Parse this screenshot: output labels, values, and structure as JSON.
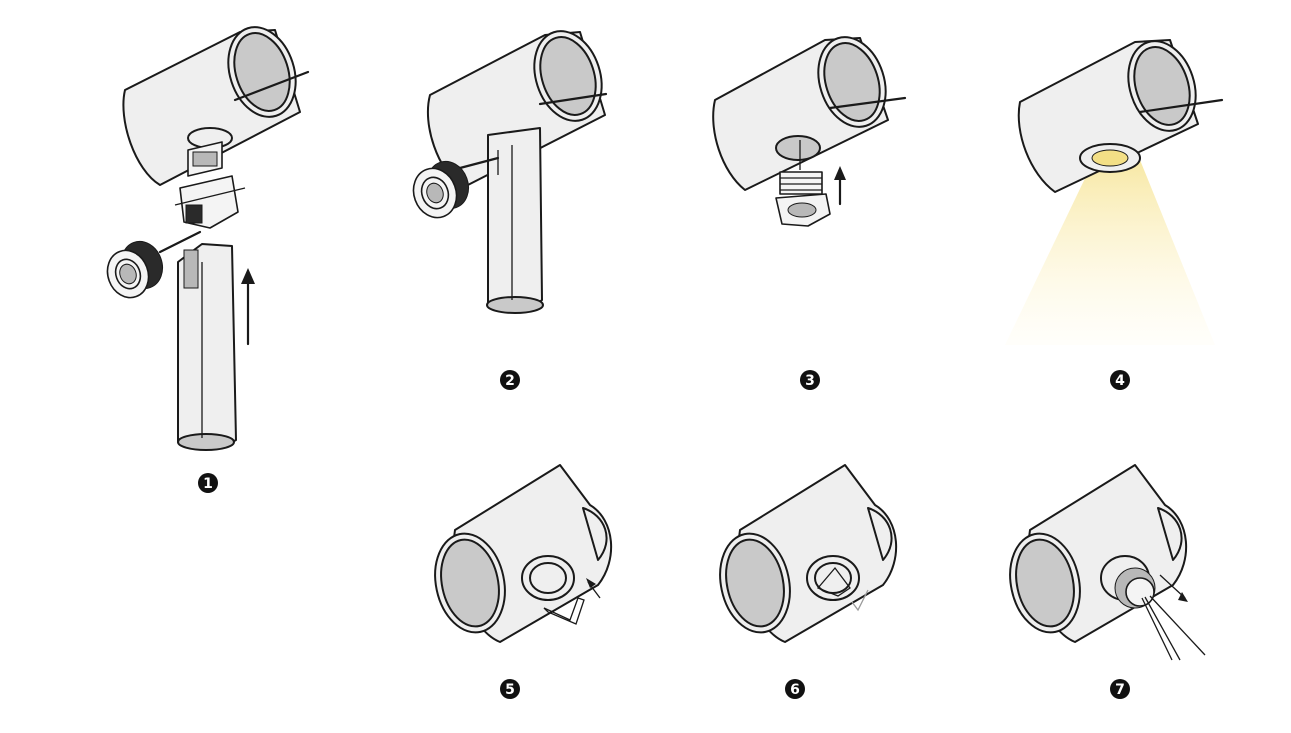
{
  "steps": [
    {
      "id": 1,
      "label": "1"
    },
    {
      "id": 2,
      "label": "2"
    },
    {
      "id": 3,
      "label": "3"
    },
    {
      "id": 4,
      "label": "4"
    },
    {
      "id": 5,
      "label": "5"
    },
    {
      "id": 6,
      "label": "6"
    },
    {
      "id": 7,
      "label": "7"
    }
  ],
  "colors": {
    "outline": "#1a1a1a",
    "pipe_fill": "#efefef",
    "pipe_inner": "#c9c9c9",
    "light_beam": "#fbf2c4",
    "badge": "#111111"
  }
}
